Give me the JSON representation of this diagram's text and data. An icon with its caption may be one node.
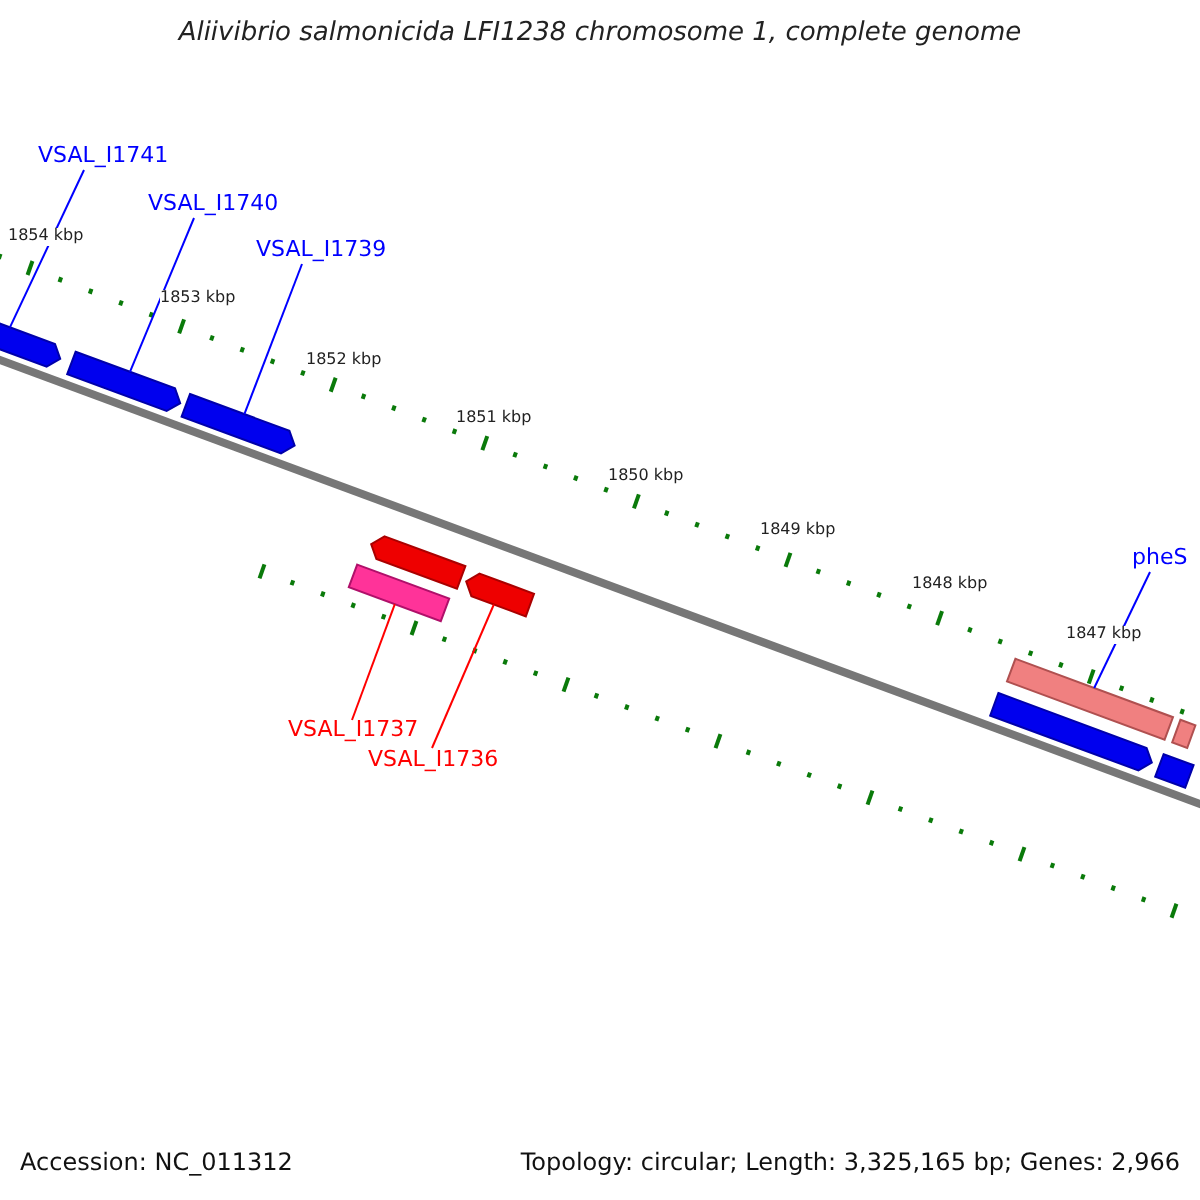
{
  "diagram": {
    "title": "Aliivibrio salmonicida LFI1238 chromosome 1, complete genome",
    "nodes": [
      {
        "text": [
          "VSAL_I1741"
        ]
      },
      {
        "text": [
          "VSAL_I1740"
        ]
      },
      {
        "text": [
          "VSAL_I1739"
        ]
      },
      {
        "text": [
          "pheS"
        ]
      },
      {
        "text": [
          "VSAL_I1737"
        ]
      },
      {
        "text": [
          "VSAL_I1736"
        ]
      },
      {
        "text": [],
        "shape": "arrow"
      },
      {
        "text": [],
        "shape": "arrow"
      },
      {
        "text": [],
        "shape": "arrow"
      },
      {
        "text": [],
        "shape": "arrow"
      },
      {
        "text": [],
        "shape": "arrow"
      },
      {
        "text": [],
        "shape": "bar"
      },
      {
        "text": [],
        "shape": "bar"
      },
      {
        "text": [],
        "shape": "bar"
      },
      {
        "text": [],
        "shape": "arrow"
      },
      {
        "text": [],
        "shape": "arrow"
      }
    ],
    "edges": [
      {
        "from": 0,
        "to": 6,
        "arrow": "none"
      },
      {
        "from": 1,
        "to": 7,
        "arrow": "none"
      },
      {
        "from": 2,
        "to": 8,
        "arrow": "none"
      },
      {
        "from": 3,
        "to": 12,
        "arrow": "none"
      },
      {
        "from": 4,
        "to": 11,
        "arrow": "none",
        "color": "#ff0000"
      },
      {
        "from": 5,
        "to": 10,
        "arrow": "none",
        "color": "#ff0000"
      }
    ],
    "labels": [
      "1854 kbp",
      "1853 kbp",
      "1852 kbp",
      "1851 kbp",
      "1850 kbp",
      "1849 kbp",
      "1848 kbp",
      "1847 kbp",
      "Accession: NC_011312",
      "Topology: circular; Length: 3,325,165 bp; Genes: 2,966"
    ]
  }
}
